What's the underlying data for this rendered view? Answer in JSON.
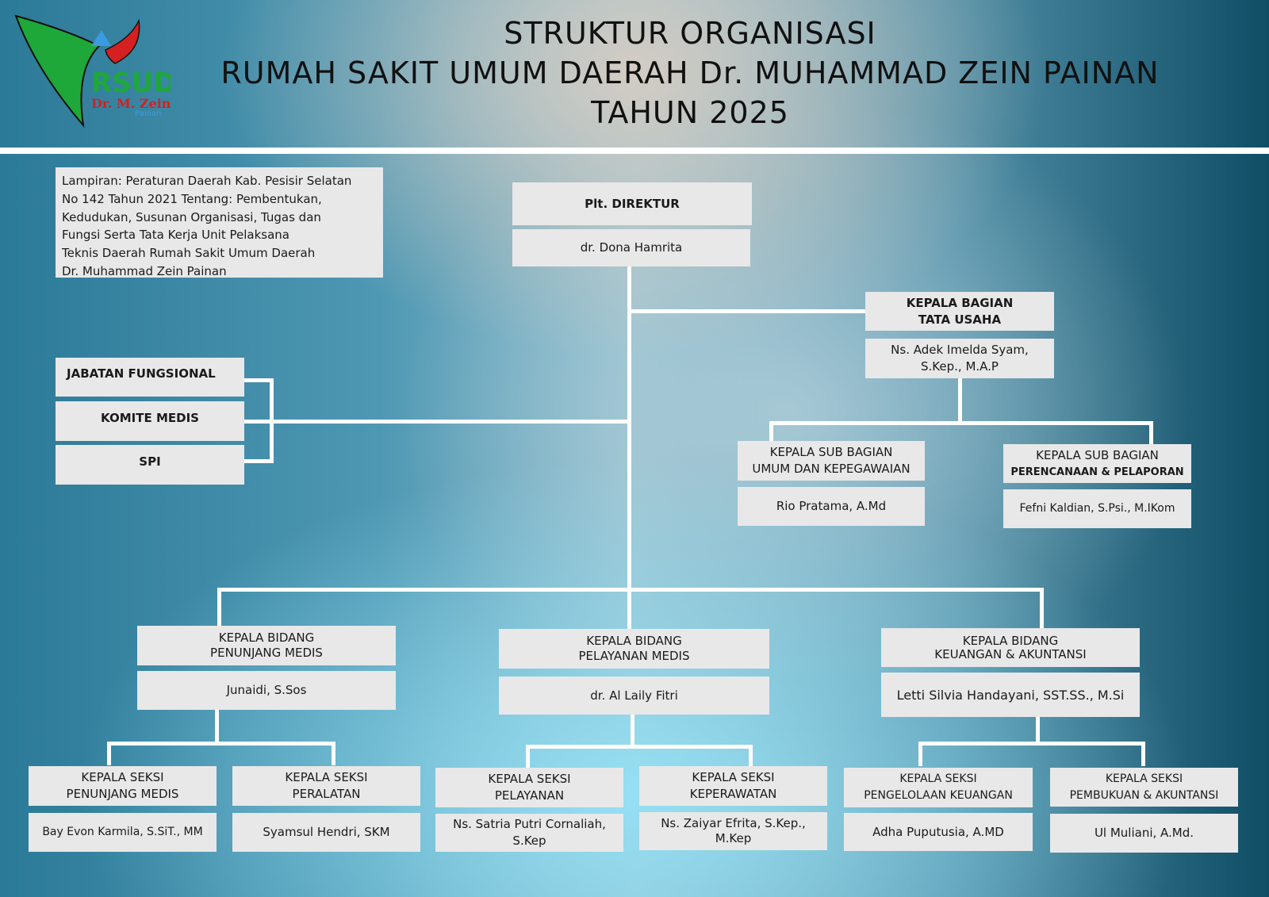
{
  "header": {
    "title_lines": [
      "STRUKTUR ORGANISASI",
      "RUMAH SAKIT UMUM DAERAH Dr. MUHAMMAD ZEIN PAINAN",
      "TAHUN 2025"
    ],
    "logo": {
      "name": "RSUD",
      "subtitle": "Dr. M. Zein",
      "city": "Painan"
    }
  },
  "note": {
    "lines": [
      "Lampiran: Peraturan Daerah Kab. Pesisir Selatan",
      "No 142 Tahun 2021 Tentang: Pembentukan,",
      "Kedudukan, Susunan Organisasi, Tugas dan",
      "Fungsi Serta Tata Kerja Unit Pelaksana",
      "Teknis Daerah Rumah Sakit Umum Daerah",
      "Dr. Muhammad Zein Painan"
    ]
  },
  "direktur": {
    "title": "Plt. DIREKTUR",
    "name": "dr. Dona Hamrita"
  },
  "tata_usaha": {
    "title_lines": [
      "KEPALA BAGIAN",
      "TATA USAHA"
    ],
    "name_lines": [
      "Ns. Adek Imelda  Syam,",
      "S.Kep., M.A.P"
    ],
    "sub": [
      {
        "title_lines": [
          "KEPALA SUB BAGIAN",
          "UMUM DAN KEPEGAWAIAN"
        ],
        "name": "Rio Pratama, A.Md"
      },
      {
        "title_lines": [
          "KEPALA SUB BAGIAN",
          "PERENCANAAN & PELAPORAN"
        ],
        "name": "Fefni Kaldian, S.Psi., M.IKom"
      }
    ]
  },
  "fungsional": [
    "JABATAN FUNGSIONAL",
    "KOMITE MEDIS",
    "SPI"
  ],
  "bidang": [
    {
      "title_lines": [
        "KEPALA BIDANG",
        "PENUNJANG MEDIS"
      ],
      "name": "Junaidi, S.Sos"
    },
    {
      "title_lines": [
        "KEPALA BIDANG",
        "PELAYANAN MEDIS"
      ],
      "name": "dr. Al Laily Fitri"
    },
    {
      "title_lines": [
        "KEPALA BIDANG",
        "KEUANGAN & AKUNTANSI"
      ],
      "name": "Letti Silvia Handayani, SST.SS., M.Si"
    }
  ],
  "seksi": [
    {
      "title_lines": [
        "KEPALA SEKSI",
        "PENUNJANG MEDIS"
      ],
      "name_lines": [
        "Bay Evon Karmila, S.SiT., MM",
        ""
      ]
    },
    {
      "title_lines": [
        "KEPALA SEKSI",
        "PERALATAN"
      ],
      "name_lines": [
        "Syamsul Hendri, SKM",
        ""
      ]
    },
    {
      "title_lines": [
        "KEPALA SEKSI",
        "PELAYANAN"
      ],
      "name_lines": [
        "Ns. Satria Putri Cornaliah,",
        "S.Kep"
      ]
    },
    {
      "title_lines": [
        "KEPALA SEKSI",
        "KEPERAWATAN"
      ],
      "name_lines": [
        "Ns. Zaiyar Efrita, S.Kep.,",
        "M.Kep"
      ]
    },
    {
      "title_lines": [
        "KEPALA SEKSI",
        "PENGELOLAAN KEUANGAN"
      ],
      "name_lines": [
        "Adha Puputusia, A.MD",
        ""
      ]
    },
    {
      "title_lines": [
        "KEPALA SEKSI",
        "PEMBUKUAN & AKUNTANSI"
      ],
      "name_lines": [
        "Ul Muliani, A.Md.",
        ""
      ]
    }
  ],
  "colors": {
    "box": "#e8e8e8",
    "line": "#ffffff",
    "logo_green": "#1fa83a",
    "logo_red": "#d42020",
    "logo_blue": "#3a9be0"
  }
}
